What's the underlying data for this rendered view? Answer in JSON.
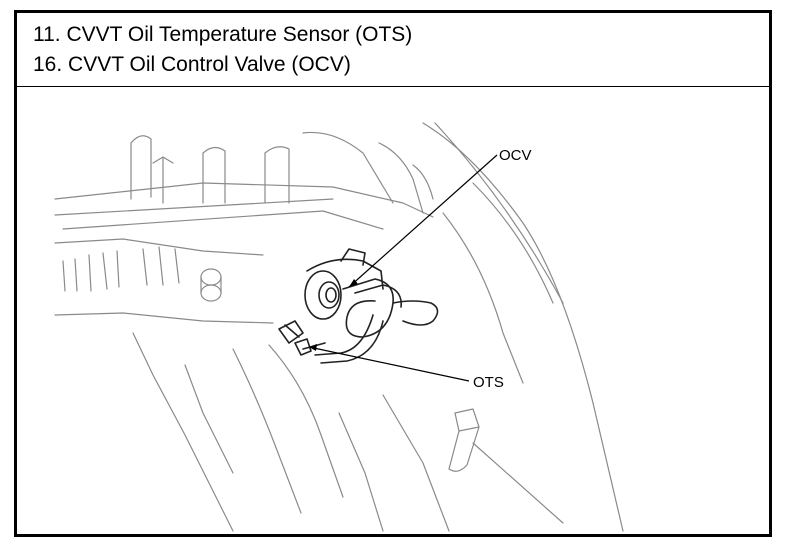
{
  "legend": {
    "item_11": "11. CVVT Oil Temperature Sensor (OTS)",
    "item_16": "16. CVVT Oil Control Valve (OCV)"
  },
  "callouts": {
    "ocv": "OCV",
    "ots": "OTS"
  }
}
